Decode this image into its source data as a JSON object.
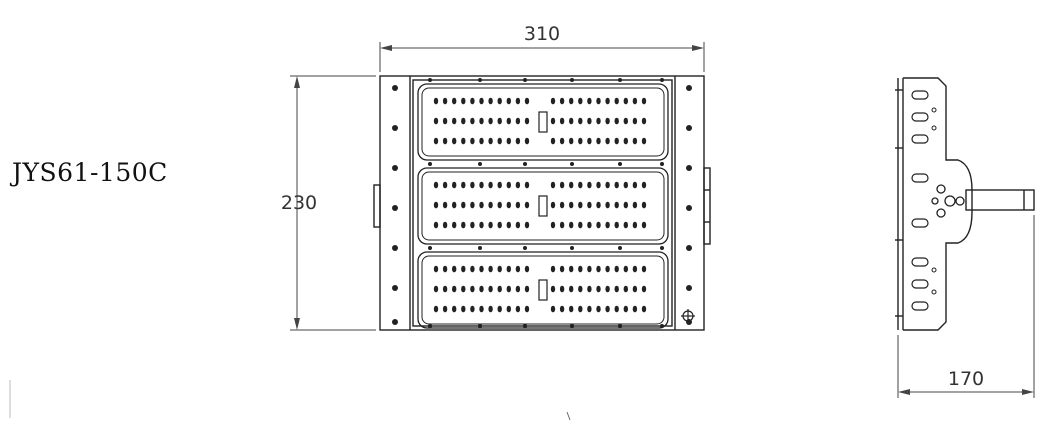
{
  "model": "JYS61-150C",
  "dimensions": {
    "width": "310",
    "height": "230",
    "depth": "170"
  },
  "front_view": {
    "modules": 3,
    "led_rows_per_module": 3,
    "leds_per_half_row": 11
  },
  "colors": {
    "line": "#222222",
    "dimension": "#444444",
    "background": "#ffffff"
  }
}
